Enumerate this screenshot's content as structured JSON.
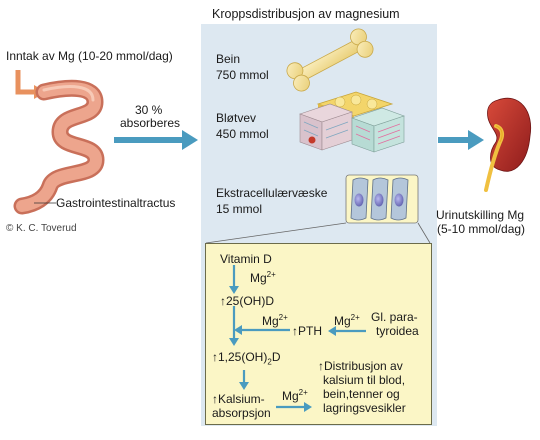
{
  "header": {
    "title": "Kroppsdistribusjon av magnesium"
  },
  "intake": {
    "label": "Inntak av Mg (10-20 mmol/dag)",
    "absorbed_pct": "30 %",
    "absorbed_word": "absorberes",
    "gi_tract": "Gastrointestinaltractus",
    "credit": "© K. C. Toverud"
  },
  "compartments": {
    "bone_name": "Bein",
    "bone_amount": "750 mmol",
    "soft_name": "Bløtvev",
    "soft_amount": "450 mmol",
    "ecf_name": "Ekstracellulærvæske",
    "ecf_amount": "15 mmol"
  },
  "excretion": {
    "line1": "Urinutskilling Mg",
    "line2": "(5-10 mmol/dag)"
  },
  "pathway": {
    "vitamin_d": "Vitamin D",
    "mg": "Mg",
    "mg_charge": "2+",
    "calcidiol_arrow": "↑",
    "calcidiol_a": "25(OH)",
    "calcidiol_b": "D",
    "pth": "↑PTH",
    "parathyroid_1": "Gl. para-",
    "parathyroid_2": "tyroidea",
    "calcitriol_a": "↑1,25(OH)",
    "calcitriol_sub": "2",
    "calcitriol_b": "D",
    "calcium_abs_1": "↑Kalsium-",
    "calcium_abs_2": "absorpsjon",
    "distribution_1": "↑Distribusjon av",
    "distribution_2": "kalsium til blod,",
    "distribution_3": "bein,tenner og",
    "distribution_4": "lagringsvesikler"
  },
  "colors": {
    "arrow_blue": "#4a9bbf",
    "panel_blue": "#dde8f1",
    "yellow_box": "#fbf6c6",
    "intestine": "#e8a08a",
    "bone": "#f5e3a0",
    "kidney": "#b52a2a",
    "ureter": "#f0c040"
  },
  "icons": [
    "intestine-icon",
    "bone-icon",
    "soft-tissue-icon",
    "cell-icon",
    "kidney-icon"
  ]
}
